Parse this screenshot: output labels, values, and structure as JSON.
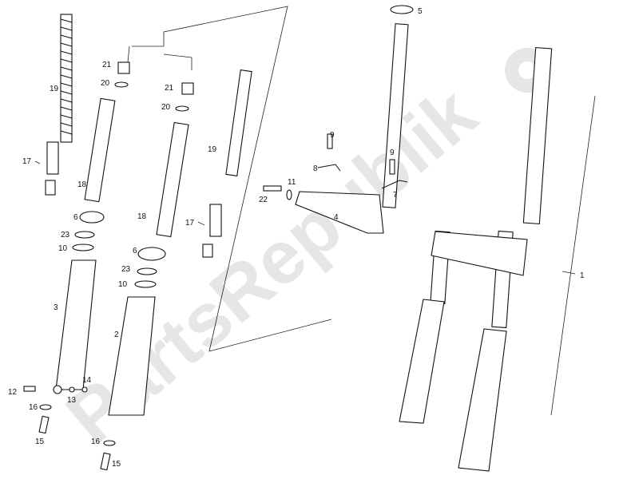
{
  "watermark": {
    "text": "PartsRepublik",
    "color": "#e6e6e6"
  },
  "callouts": [
    {
      "id": "c1",
      "text": "1"
    },
    {
      "id": "c2",
      "text": "2"
    },
    {
      "id": "c3",
      "text": "3"
    },
    {
      "id": "c4",
      "text": "4"
    },
    {
      "id": "c5",
      "text": "5"
    },
    {
      "id": "c6a",
      "text": "6"
    },
    {
      "id": "c6b",
      "text": "6"
    },
    {
      "id": "c7",
      "text": "7"
    },
    {
      "id": "c8",
      "text": "8"
    },
    {
      "id": "c9a",
      "text": "9"
    },
    {
      "id": "c9b",
      "text": "9"
    },
    {
      "id": "c10a",
      "text": "10"
    },
    {
      "id": "c10b",
      "text": "10"
    },
    {
      "id": "c11",
      "text": "11"
    },
    {
      "id": "c12",
      "text": "12"
    },
    {
      "id": "c13",
      "text": "13"
    },
    {
      "id": "c14",
      "text": "14"
    },
    {
      "id": "c15a",
      "text": "15"
    },
    {
      "id": "c15b",
      "text": "15"
    },
    {
      "id": "c16a",
      "text": "16"
    },
    {
      "id": "c16b",
      "text": "16"
    },
    {
      "id": "c17a",
      "text": "17"
    },
    {
      "id": "c17b",
      "text": "17"
    },
    {
      "id": "c18a",
      "text": "18"
    },
    {
      "id": "c18b",
      "text": "18"
    },
    {
      "id": "c19a",
      "text": "19"
    },
    {
      "id": "c19b",
      "text": "19"
    },
    {
      "id": "c20a",
      "text": "20"
    },
    {
      "id": "c20b",
      "text": "20"
    },
    {
      "id": "c21a",
      "text": "21"
    },
    {
      "id": "c21b",
      "text": "21"
    },
    {
      "id": "c22",
      "text": "22"
    },
    {
      "id": "c23a",
      "text": "23"
    },
    {
      "id": "c23b",
      "text": "23"
    }
  ]
}
